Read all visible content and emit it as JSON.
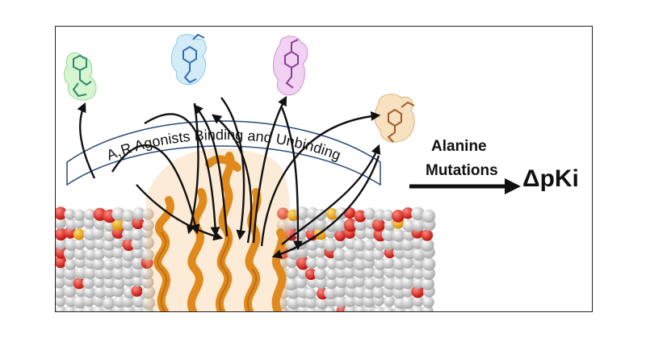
{
  "banner": {
    "prefix": "A",
    "subscript": "1",
    "suffix": "R Agonists Binding and Unbinding"
  },
  "mutation_label_line1": "Alanine",
  "mutation_label_line2": "Mutations",
  "result_label": "ΔpKi",
  "colors": {
    "protein": "#e08a1e",
    "lipid": "#d9d9d9",
    "oxygen": "#e3251b",
    "phosphorus": "#f0a500",
    "ligand_green": "#d6f5d0",
    "ligand_blue": "#d3ecf7",
    "ligand_magenta": "#f2d2f2",
    "ligand_orange": "#f7e1c0"
  }
}
